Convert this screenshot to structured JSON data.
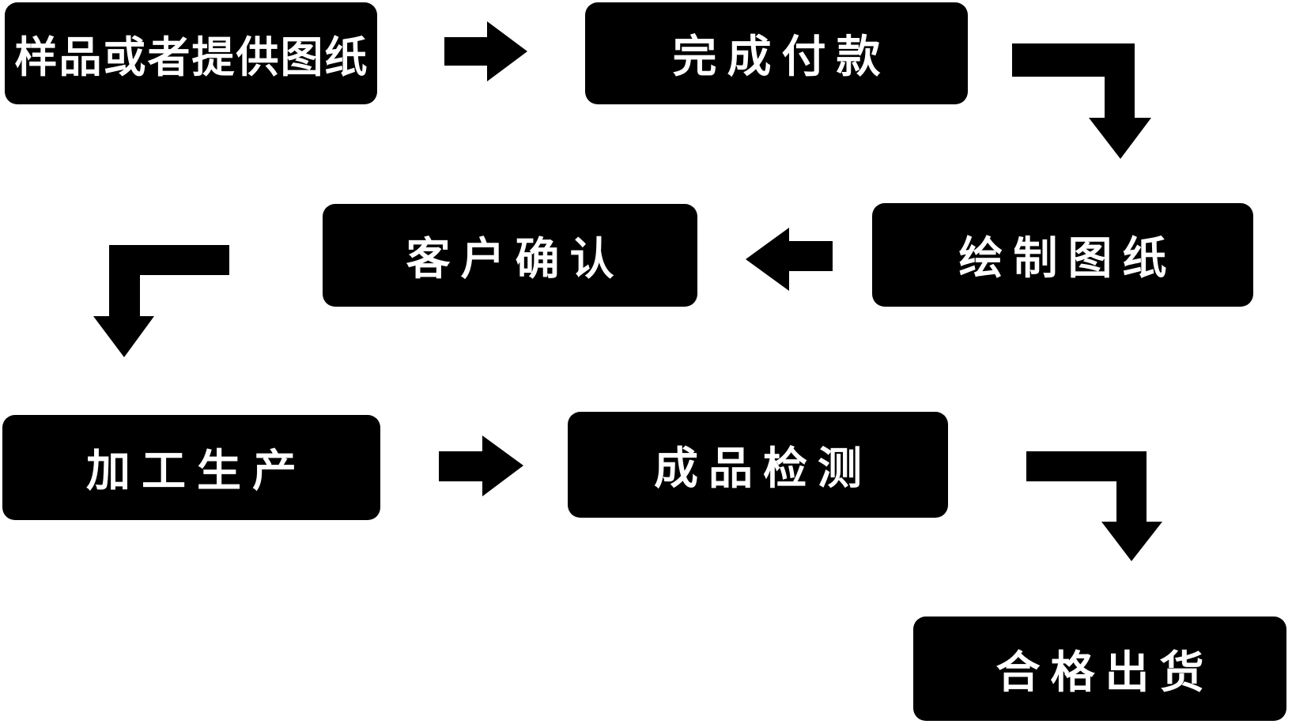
{
  "theme": {
    "background_color": "#ffffff",
    "node_fill_color": "#000000",
    "node_text_color": "#ffffff",
    "arrow_color": "#000000"
  },
  "flowchart": {
    "nodes": [
      {
        "id": "sample-or-drawing",
        "label": "样品或者提供图纸"
      },
      {
        "id": "payment",
        "label": "完成付款"
      },
      {
        "id": "draw-drawing",
        "label": "绘制图纸"
      },
      {
        "id": "customer-confirm",
        "label": "客户确认"
      },
      {
        "id": "production",
        "label": "加工生产"
      },
      {
        "id": "inspection",
        "label": "成品检测"
      },
      {
        "id": "shipment",
        "label": "合格出货"
      }
    ],
    "edges": [
      {
        "from": "sample-or-drawing",
        "to": "payment",
        "arrow": "right"
      },
      {
        "from": "payment",
        "to": "draw-drawing",
        "arrow": "elbow-right-down"
      },
      {
        "from": "draw-drawing",
        "to": "customer-confirm",
        "arrow": "left"
      },
      {
        "from": "customer-confirm",
        "to": "production",
        "arrow": "elbow-left-down"
      },
      {
        "from": "production",
        "to": "inspection",
        "arrow": "right"
      },
      {
        "from": "inspection",
        "to": "shipment",
        "arrow": "elbow-right-down"
      }
    ]
  }
}
